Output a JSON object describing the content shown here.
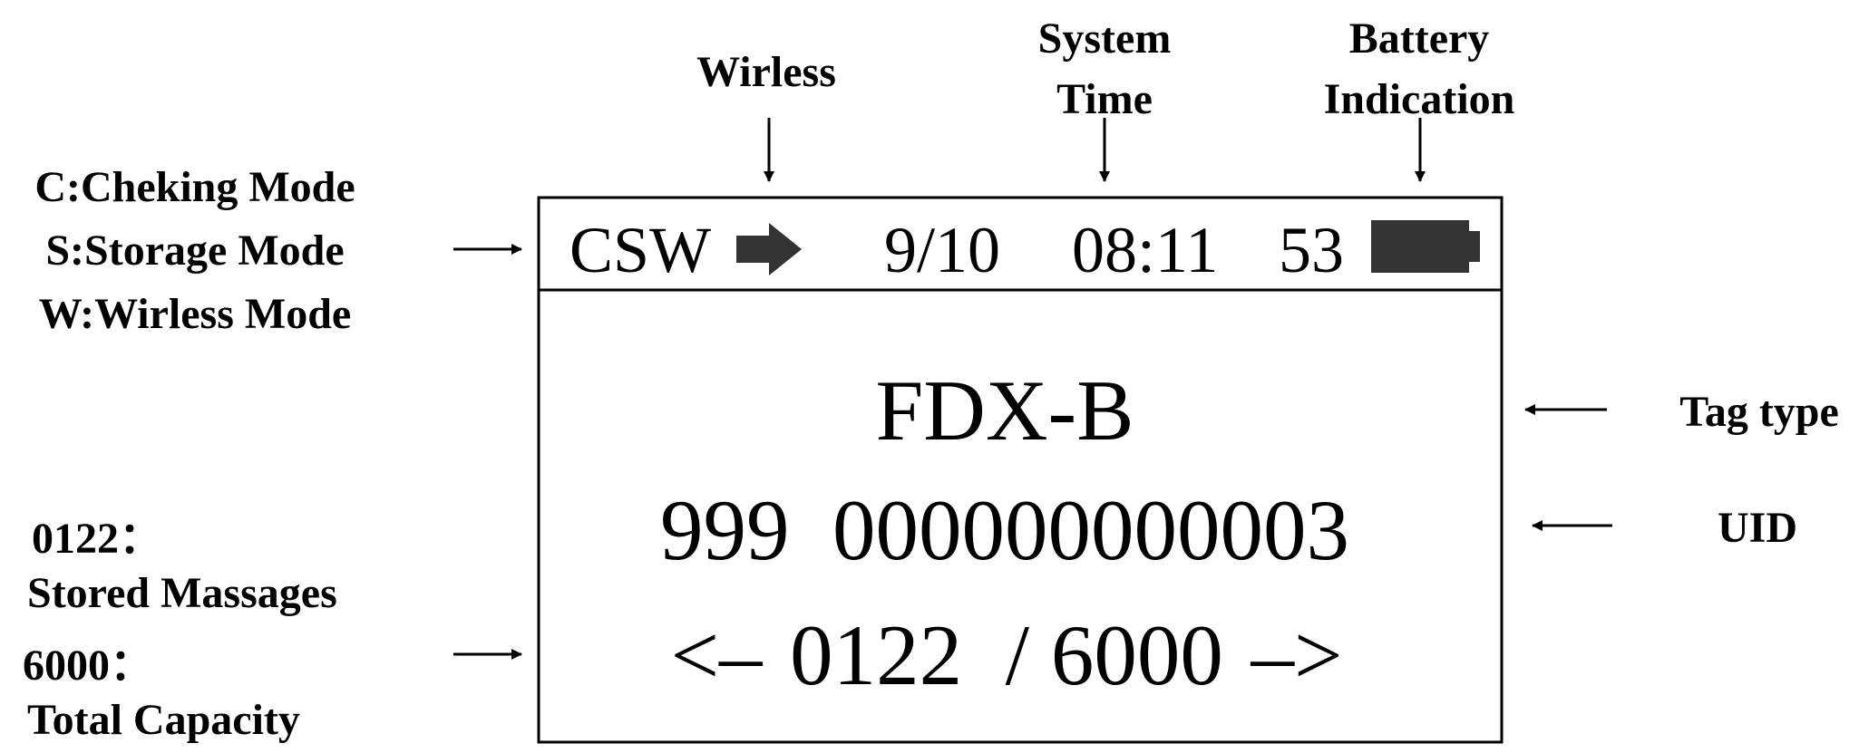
{
  "callouts": {
    "wireless": "Wirless",
    "system_time": [
      "System",
      "Time"
    ],
    "battery": [
      "Battery",
      "Indication"
    ],
    "modes": [
      "C:Cheking Mode",
      "S:Storage Mode",
      "W:Wirless Mode"
    ],
    "tag_type": "Tag type",
    "uid": "UID",
    "stored": [
      "0122：",
      "Stored Massages"
    ],
    "capacity": [
      "6000：",
      "Total Capacity"
    ]
  },
  "screen": {
    "mode": "CSW",
    "wireless_icon": "arrow-right-icon",
    "date": "9/10",
    "time": "08:11",
    "battery_level": "53",
    "battery_icon": "battery-icon",
    "tag_type": "FDX-B",
    "uid": "999  000000000003",
    "nav_prev": "<–",
    "count": "0122  / 6000",
    "nav_next": "–>"
  },
  "colors": {
    "ink": "#000000",
    "fill": "#333333"
  }
}
